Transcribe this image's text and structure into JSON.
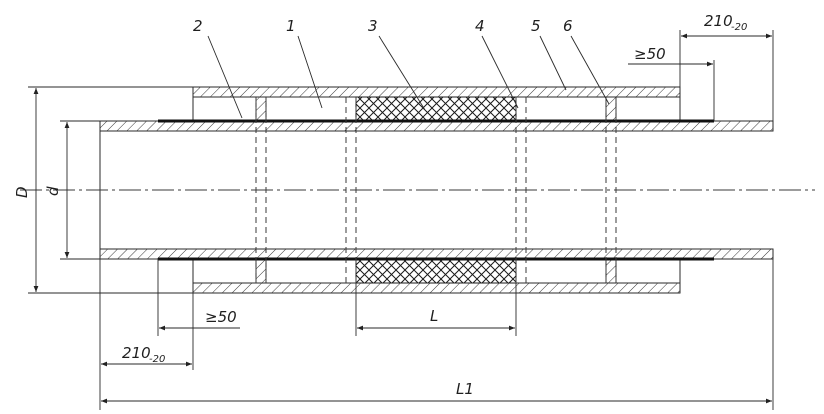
{
  "labels": {
    "callout_1": "1",
    "callout_2": "2",
    "callout_3": "3",
    "callout_4": "4",
    "callout_5": "5",
    "callout_6": "6",
    "dim_D": "D",
    "dim_d": "d",
    "dim_L": "L",
    "dim_L1": "L1",
    "dim_ge50_top": "≥50",
    "dim_ge50_bottom": "≥50",
    "dim_210_top": "210",
    "dim_210_top_tol": "-20",
    "dim_210_bottom": "210",
    "dim_210_bottom_tol": "-20"
  }
}
